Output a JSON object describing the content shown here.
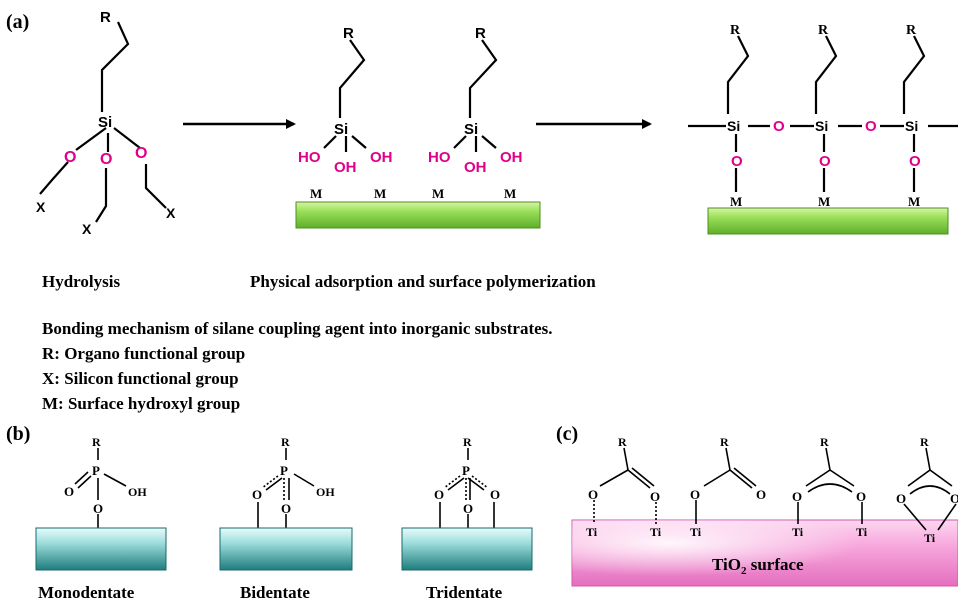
{
  "panel_labels": {
    "a": "(a)",
    "b": "(b)",
    "c": "(c)"
  },
  "atoms": {
    "R": "R",
    "X": "X",
    "Si": "Si",
    "O": "O",
    "OH": "OH",
    "HO": "HO",
    "M": "M",
    "P": "P",
    "Ti": "Ti"
  },
  "captions": {
    "step1": "Hydrolysis",
    "step2": "Physical adsorption and surface polymerization"
  },
  "description": {
    "line1": "Bonding mechanism of silane coupling agent into inorganic substrates.",
    "line2": "R: Organo functional group",
    "line3": "X: Silicon functional group",
    "line4": "M: Surface hydroxyl group"
  },
  "modes": {
    "monodentate": "Monodentate",
    "bidentate": "Bidentate",
    "tridentate": "Tridentate"
  },
  "tio2": {
    "base": "TiO",
    "sub": "2",
    "rest": " surface"
  },
  "colors": {
    "oxygen": "#e0008a",
    "substrate_green": "#8ed34a",
    "substrate_teal": "#2f8f8f",
    "substrate_pink": "#f59ad8"
  }
}
